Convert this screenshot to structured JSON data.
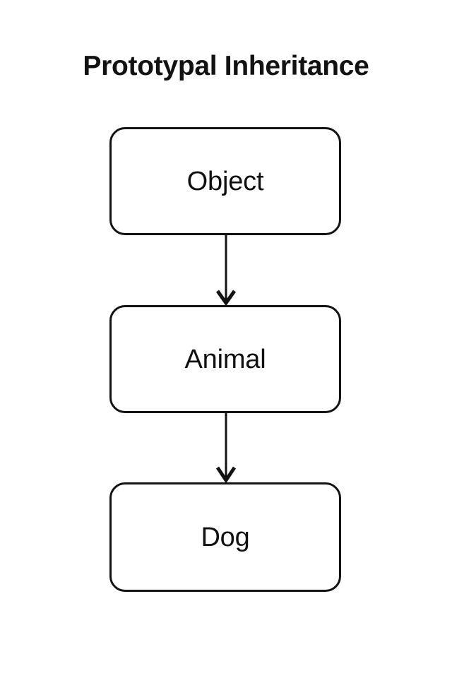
{
  "diagram": {
    "title": "Prototypal Inheritance",
    "type": "flowchart-vertical",
    "background_color": "#ffffff",
    "stroke_color": "#131313",
    "text_color": "#101010",
    "nodes": [
      {
        "id": "object",
        "label": "Object",
        "shape": "rounded-rectangle"
      },
      {
        "id": "animal",
        "label": "Animal",
        "shape": "rounded-rectangle"
      },
      {
        "id": "dog",
        "label": "Dog",
        "shape": "rounded-rectangle"
      }
    ],
    "edges": [
      {
        "id": "edge-object-animal",
        "from": "Object",
        "to": "Animal",
        "direction": "down",
        "arrowhead": "open-v"
      },
      {
        "id": "edge-animal-dog",
        "from": "Animal",
        "to": "Dog",
        "direction": "down",
        "arrowhead": "open-v"
      }
    ]
  }
}
